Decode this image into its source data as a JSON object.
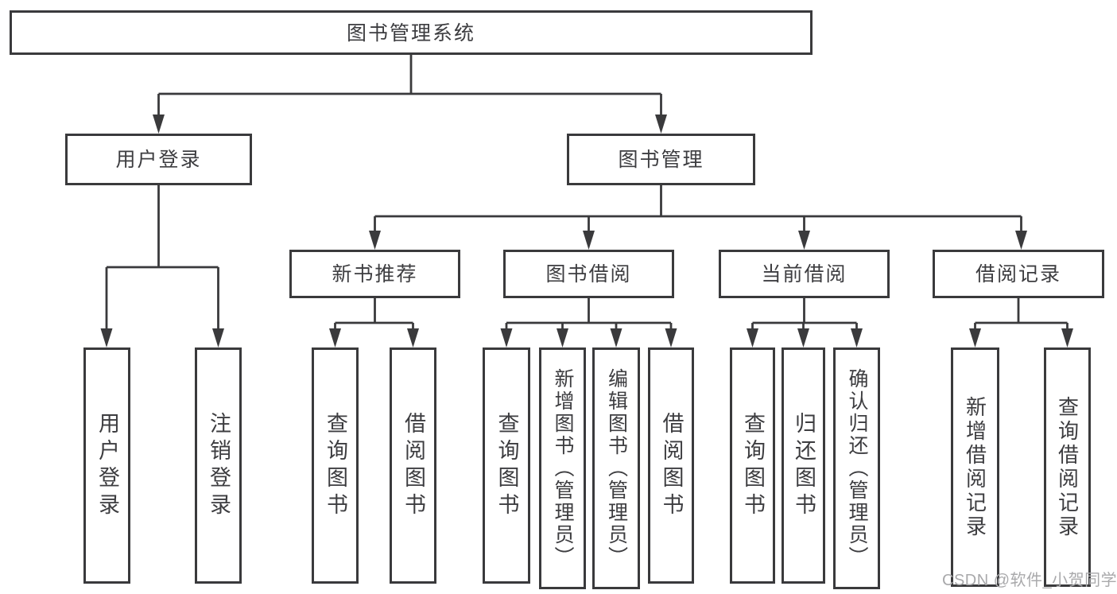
{
  "root": {
    "label": "图书管理系统"
  },
  "branches": [
    {
      "label": "用户登录",
      "children": [
        {
          "label": "用户登录"
        },
        {
          "label": "注销登录"
        }
      ]
    },
    {
      "label": "图书管理",
      "children": [
        {
          "label": "新书推荐",
          "children": [
            {
              "label": "查询图书"
            },
            {
              "label": "借阅图书"
            }
          ]
        },
        {
          "label": "图书借阅",
          "children": [
            {
              "label": "查询图书"
            },
            {
              "label": "新增图书（管理员）"
            },
            {
              "label": "编辑图书（管理员）"
            },
            {
              "label": "借阅图书"
            }
          ]
        },
        {
          "label": "当前借阅",
          "children": [
            {
              "label": "查询图书"
            },
            {
              "label": "归还图书"
            },
            {
              "label": "确认归还（管理员）"
            }
          ]
        },
        {
          "label": "借阅记录",
          "children": [
            {
              "label": "新增借阅记录"
            },
            {
              "label": "查询借阅记录"
            }
          ]
        }
      ]
    }
  ],
  "watermark": "CSDN @软件_小贺同学",
  "colors": {
    "line": "#3a3a3c",
    "text": "#3d3d40",
    "watermark": "#a9a9ab",
    "background": "#ffffff"
  }
}
